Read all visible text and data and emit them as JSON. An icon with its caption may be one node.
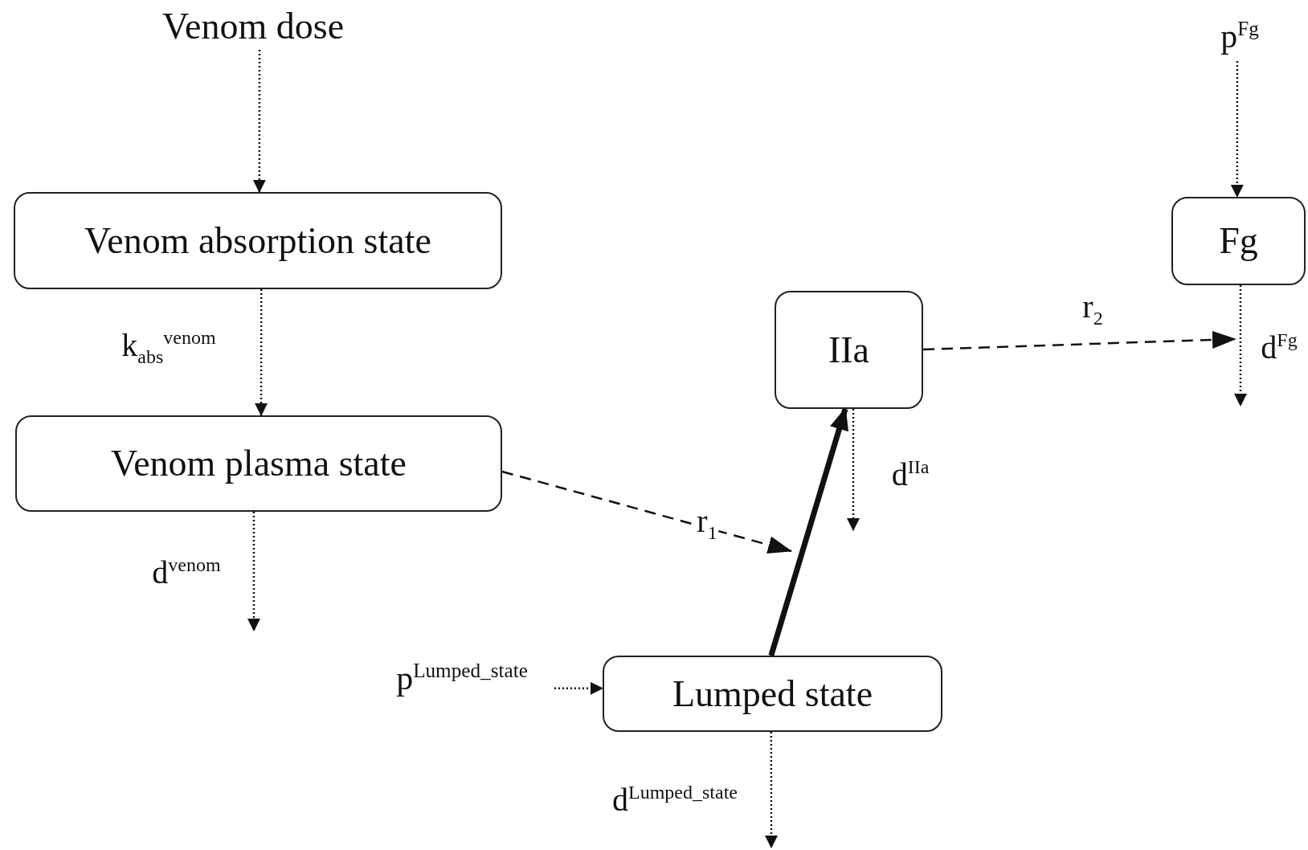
{
  "diagram": {
    "nodes": [
      {
        "text": [
          "Venom dose"
        ]
      },
      {
        "text": [
          "Venom absorption state"
        ]
      },
      {
        "text": [
          "Venom plasma state"
        ]
      },
      {
        "text": [
          "IIa"
        ]
      },
      {
        "text": [
          "Fg"
        ]
      },
      {
        "text": [
          "Lumped state"
        ]
      },
      {
        "text": [
          "p$^{Fg}$"
        ]
      },
      {
        "text": [
          "p$^{Lumped_state}$"
        ]
      }
    ],
    "edges": [
      {
        "from": 0,
        "to": 1,
        "arrow": "to",
        "style": "dashed"
      },
      {
        "from": 1,
        "to": 2,
        "arrow": "to",
        "label": "k$_{abs}$$^{venom}$",
        "style": "dashed"
      },
      {
        "from": 2,
        "to": null,
        "arrow": "to",
        "label": "d$^{venom}$",
        "style": "dashed"
      },
      {
        "from": 2,
        "to": null,
        "arrow": "to",
        "label": "r$_{1}$",
        "style": "dashed"
      },
      {
        "from": 5,
        "to": 3,
        "arrow": "to",
        "style": "thick"
      },
      {
        "from": 3,
        "to": null,
        "arrow": "to",
        "label": "d$^{IIa}$",
        "style": "dashed"
      },
      {
        "from": 6,
        "to": 4,
        "arrow": "to",
        "style": "dashed"
      },
      {
        "from": 4,
        "to": null,
        "arrow": "to",
        "label": "d$^{Fg}$",
        "style": "dashed"
      },
      {
        "from": 3,
        "to": null,
        "arrow": "to",
        "label": "r$_{2}$",
        "style": "dashed"
      },
      {
        "from": 7,
        "to": 5,
        "arrow": "to",
        "style": "dashed"
      },
      {
        "from": 5,
        "to": null,
        "arrow": "to",
        "label": "d$^{Lumped_state}$",
        "style": "dashed"
      }
    ]
  }
}
